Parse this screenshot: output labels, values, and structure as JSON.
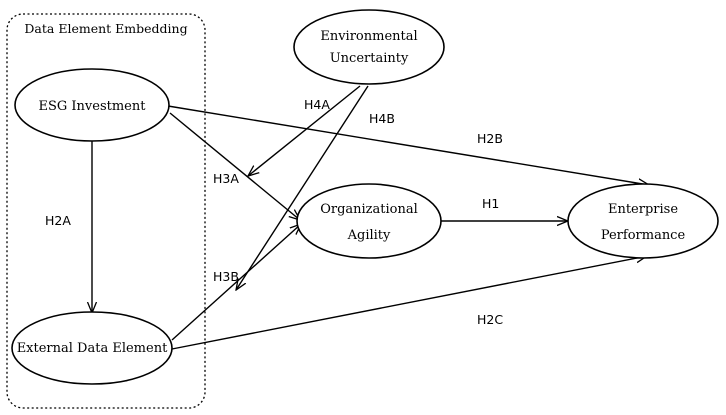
{
  "group": {
    "label": "Data Element Embedding"
  },
  "nodes": {
    "esg": {
      "label": [
        "ESG Investment"
      ]
    },
    "external": {
      "label": [
        "External Data Element"
      ]
    },
    "environmental": {
      "label": [
        "Environmental",
        "Uncertainty"
      ]
    },
    "agility": {
      "label": [
        "Organizational",
        "Agility"
      ]
    },
    "performance": {
      "label": [
        "Enterprise",
        "Performance"
      ]
    }
  },
  "hypotheses": {
    "h1": "H1",
    "h2a": "H2A",
    "h2b": "H2B",
    "h2c": "H2C",
    "h3a": "H3A",
    "h3b": "H3B",
    "h4a": "H4A",
    "h4b": "H4B"
  }
}
